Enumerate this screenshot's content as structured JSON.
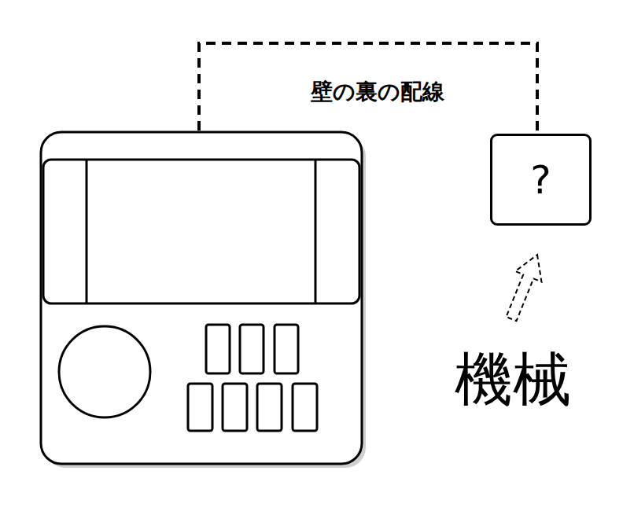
{
  "diagram": {
    "nodes": [
      {
        "text": [
          "?"
        ]
      }
    ],
    "labels": [
      "壁の裏の配線",
      "機械"
    ]
  }
}
